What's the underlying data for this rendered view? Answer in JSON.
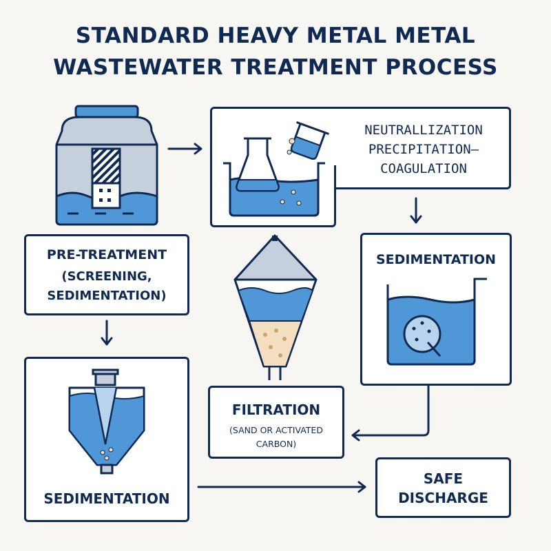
{
  "title": {
    "line1": "STANDARD HEAVY METAL METAL",
    "line2": "WASTEWATER TREATMENT PROCESS"
  },
  "steps": {
    "pretreatment": {
      "line1": "PRE-TREATMENT",
      "line2": "(SCREENING,",
      "line3": "SEDIMENTATION)"
    },
    "neutralization": {
      "line1": "NEUTRALLIZATION",
      "line2": "PRECIPITATION–",
      "line3": "COAGULATION"
    },
    "sedimentation_right": {
      "label": "SEDIMENTATION"
    },
    "filtration": {
      "label": "FILTRATION",
      "sub1": "(SAND OR ACTIVATED",
      "sub2": "CARBON)"
    },
    "sedimentation_left": {
      "label": "SEDIMENTATION"
    },
    "discharge": {
      "line1": "SAFE",
      "line2": "DISCHARGE"
    }
  },
  "colors": {
    "navy": "#0f2a52",
    "water": "#4f97d6",
    "water_light": "#b7d3ee",
    "tank_grey": "#c5d0dc",
    "sand": "#f3dfbf"
  }
}
